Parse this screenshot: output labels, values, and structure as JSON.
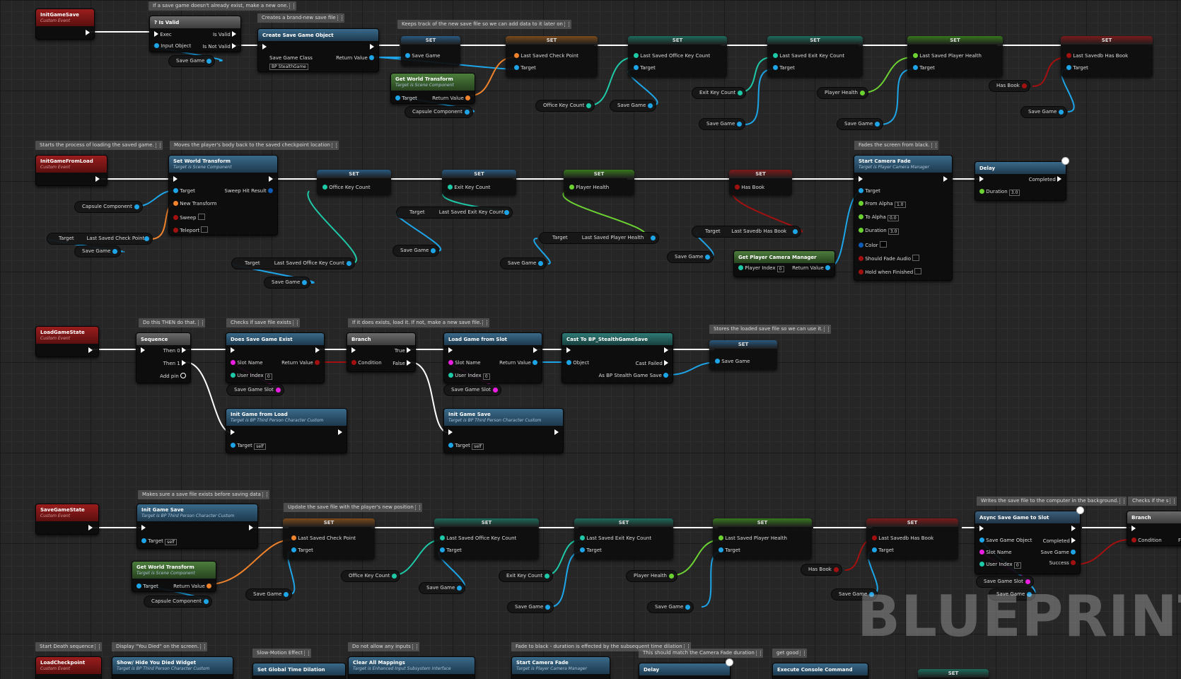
{
  "comments": {
    "save_missing": "If a save game doesn't already exist, make a new one.",
    "create_new": "Creates a brand-new save file",
    "keep_track": "Keeps track of the new save file so we can add data to it later on",
    "starts_loading": "Starts the process of loading the saved game.",
    "moves_body": "Moves the player's body back to the saved checkpoint location",
    "fades_screen": "Fades the screen from black.",
    "do_this": "Do this THEN do that.",
    "checks_exists": "Checks if save file exists",
    "if_exists": "If it does exists, load it. If not, make a new save file.",
    "stores_loaded": "Stores the loaded save file so we can use it.",
    "makes_sure": "Makes sure a save file exists before saving data",
    "update_save": "Update the save file with the player's new position",
    "writes_save": "Writes the save file to the computer in the background.",
    "checks_if_the": "Checks if the s",
    "start_death": "Start Death sequence",
    "display_died": "Display \"You Died\" on the screen.",
    "slow_motion": "Slow-Motion Effect",
    "no_inputs": "Do not allow any inputs",
    "fade_black": "Fade to black - duration is effected by the subsequent time dilation",
    "should_match": "This should match the Camera Fade duration",
    "get_good": "get good"
  },
  "labels": {
    "custom_event": "Custom Event",
    "set": "SET",
    "target": "Target",
    "save_game": "Save Game",
    "return_value": "Return Value",
    "capsule_component": "Capsule Component",
    "target_scene": "Target is Scene Component",
    "target_bptpc": "Target is BP Third Person Character Custom",
    "target_pcm": "Target is Player Camera Manager",
    "target_eis": "Target is Enhanced Input Subsystem Interface",
    "self": "self",
    "office_key_count": "Office Key Count",
    "exit_key_count": "Exit Key Count",
    "player_health": "Player Health",
    "has_book": "Has Book",
    "last_saved_check_point": "Last Saved Check Point",
    "last_saved_office_key_count": "Last Saved Office Key Count",
    "last_saved_exit_key_count": "Last Saved Exit Key Count",
    "last_saved_player_health": "Last Saved Player Health",
    "last_savedb_has_book": "Last Savedb Has Book",
    "save_game_slot": "Save Game Slot",
    "slot_name": "Slot Name",
    "user_index": "User Index",
    "zero": "0"
  },
  "row1": {
    "event": "InitGameSave",
    "is_valid": "? Is Valid",
    "exec": "Exec",
    "is_valid_out": "Is Valid",
    "input_object": "Input Object",
    "is_not_valid": "Is Not Valid",
    "create_sgo": "Create Save Game Object",
    "save_game_class": "Save Game Class",
    "class_value": "BP StealthGame",
    "get_world_transform": "Get World Transform"
  },
  "row2": {
    "event": "InitGameFromLoad",
    "set_world_transform": "Set World Transform",
    "new_transform": "New Transform",
    "sweep": "Sweep",
    "teleport": "Teleport",
    "sweep_hit_result": "Sweep Hit Result",
    "start_camera_fade": "Start Camera Fade",
    "from_alpha": "From Alpha",
    "from_alpha_v": "1.0",
    "to_alpha": "To Alpha",
    "to_alpha_v": "0.0",
    "duration": "Duration",
    "duration_v": "3.0",
    "color": "Color",
    "should_fade_audio": "Should Fade Audio",
    "hold_when_finished": "Hold when Finished",
    "get_pcm": "Get Player Camera Manager",
    "player_index": "Player Index",
    "delay": "Delay",
    "completed": "Completed",
    "delay_duration": "Duration",
    "delay_duration_v": "3.0"
  },
  "row3": {
    "event": "LoadGameState",
    "sequence": "Sequence",
    "then0": "Then 0",
    "then1": "Then 1",
    "add_pin": "Add pin",
    "does_sge": "Does Save Game Exist",
    "branch": "Branch",
    "condition": "Condition",
    "true_l": "True",
    "false_l": "False",
    "load_from_slot": "Load Game from Slot",
    "cast": "Cast To BP_StealthGameSave",
    "object": "Object",
    "cast_failed": "Cast Failed",
    "as_bp": "As BP Stealth Game Save",
    "init_from_load": "Init Game from Load",
    "init_game_save": "Init Game Save"
  },
  "row4": {
    "event": "SaveGameState",
    "init_game_save": "Init Game Save",
    "get_world_transform": "Get World Transform",
    "async_save": "Async Save Game to Slot",
    "save_game_object": "Save Game Object",
    "completed": "Completed",
    "save_game_out": "Save Game",
    "success": "Success",
    "branch": "Branch",
    "condition": "Condition",
    "f_cut": "F"
  },
  "row5": {
    "event": "LoadCheckpoint",
    "show_hide": "Show/ Hide You Died Widget",
    "set_gtd": "Set Global Time Dilation",
    "clear_mappings": "Clear All Mappings",
    "start_camera_fade": "Start Camera Fade",
    "delay": "Delay",
    "execute_cc": "Execute Console Command",
    "set_cut": "SET"
  },
  "watermark": "BLUEPRINT"
}
